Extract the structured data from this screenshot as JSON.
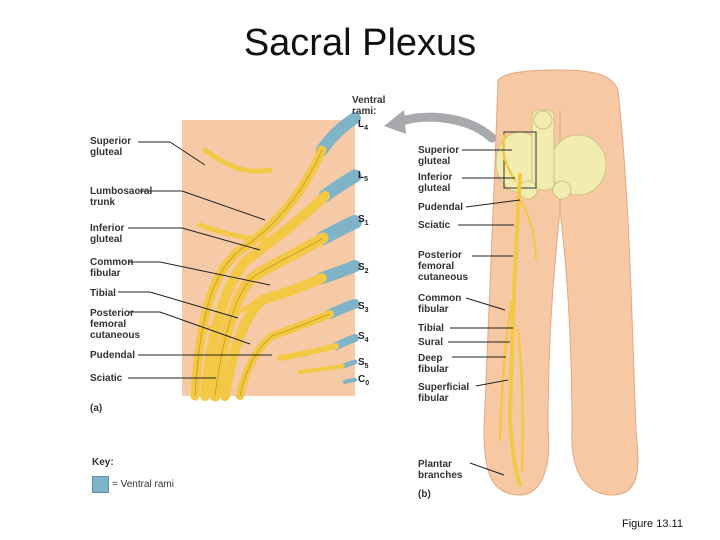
{
  "title": "Sacral Plexus",
  "panel_a": {
    "tag": "(a)",
    "ventral_rami_label": "Ventral\nrami:",
    "roots": [
      {
        "base": "L",
        "sub": "4"
      },
      {
        "base": "L",
        "sub": "5"
      },
      {
        "base": "S",
        "sub": "1"
      },
      {
        "base": "S",
        "sub": "2"
      },
      {
        "base": "S",
        "sub": "3"
      },
      {
        "base": "S",
        "sub": "4"
      },
      {
        "base": "S",
        "sub": "5"
      },
      {
        "base": "C",
        "sub": "0"
      }
    ],
    "labels": [
      "Superior\ngluteal",
      "Lumbosacral\ntrunk",
      "Inferior\ngluteal",
      "Common\nfibular",
      "Tibial",
      "Posterior\nfemoral\ncutaneous",
      "Pudendal",
      "Sciatic"
    ]
  },
  "panel_b": {
    "tag": "(b)",
    "labels": [
      "Superior\ngluteal",
      "Inferior\ngluteal",
      "Pudendal",
      "Sciatic",
      "Posterior\nfemoral\ncutaneous",
      "Common\nfibular",
      "Tibial",
      "Sural",
      "Deep\nfibular",
      "Superficial\nfibular",
      "Plantar\nbranches"
    ]
  },
  "key": {
    "title": "Key:",
    "item": "= Ventral rami",
    "swatch_color": "#7fb3c8"
  },
  "figure_ref": "Figure 13.11",
  "colors": {
    "nerve": "#f2c844",
    "nerve_outline": "#c99a1a",
    "skin": "#f6c9a4",
    "bone": "#f3ecb0",
    "ventral_rami": "#7fb3c8"
  }
}
